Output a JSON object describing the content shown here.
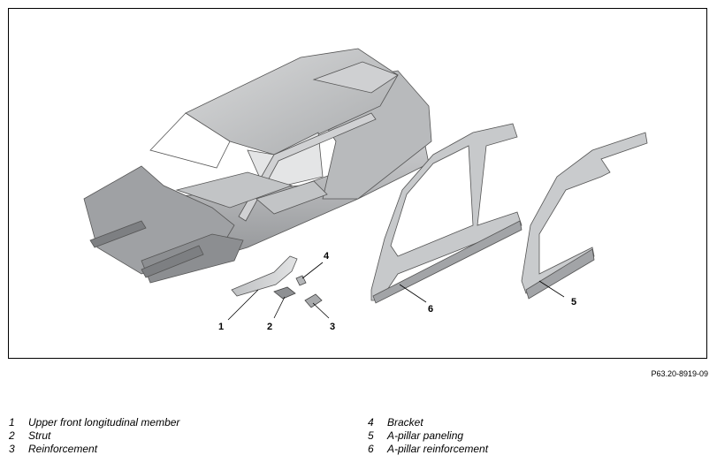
{
  "figure": {
    "code": "P63.20-8919-09",
    "callouts": [
      "1",
      "2",
      "3",
      "4",
      "5",
      "6"
    ]
  },
  "legend": [
    {
      "num": "1",
      "text": "Upper front longitudinal member"
    },
    {
      "num": "2",
      "text": "Strut"
    },
    {
      "num": "3",
      "text": "Reinforcement"
    },
    {
      "num": "4",
      "text": "Bracket"
    },
    {
      "num": "5",
      "text": "A-pillar paneling"
    },
    {
      "num": "6",
      "text": "A-pillar reinforcement"
    }
  ]
}
